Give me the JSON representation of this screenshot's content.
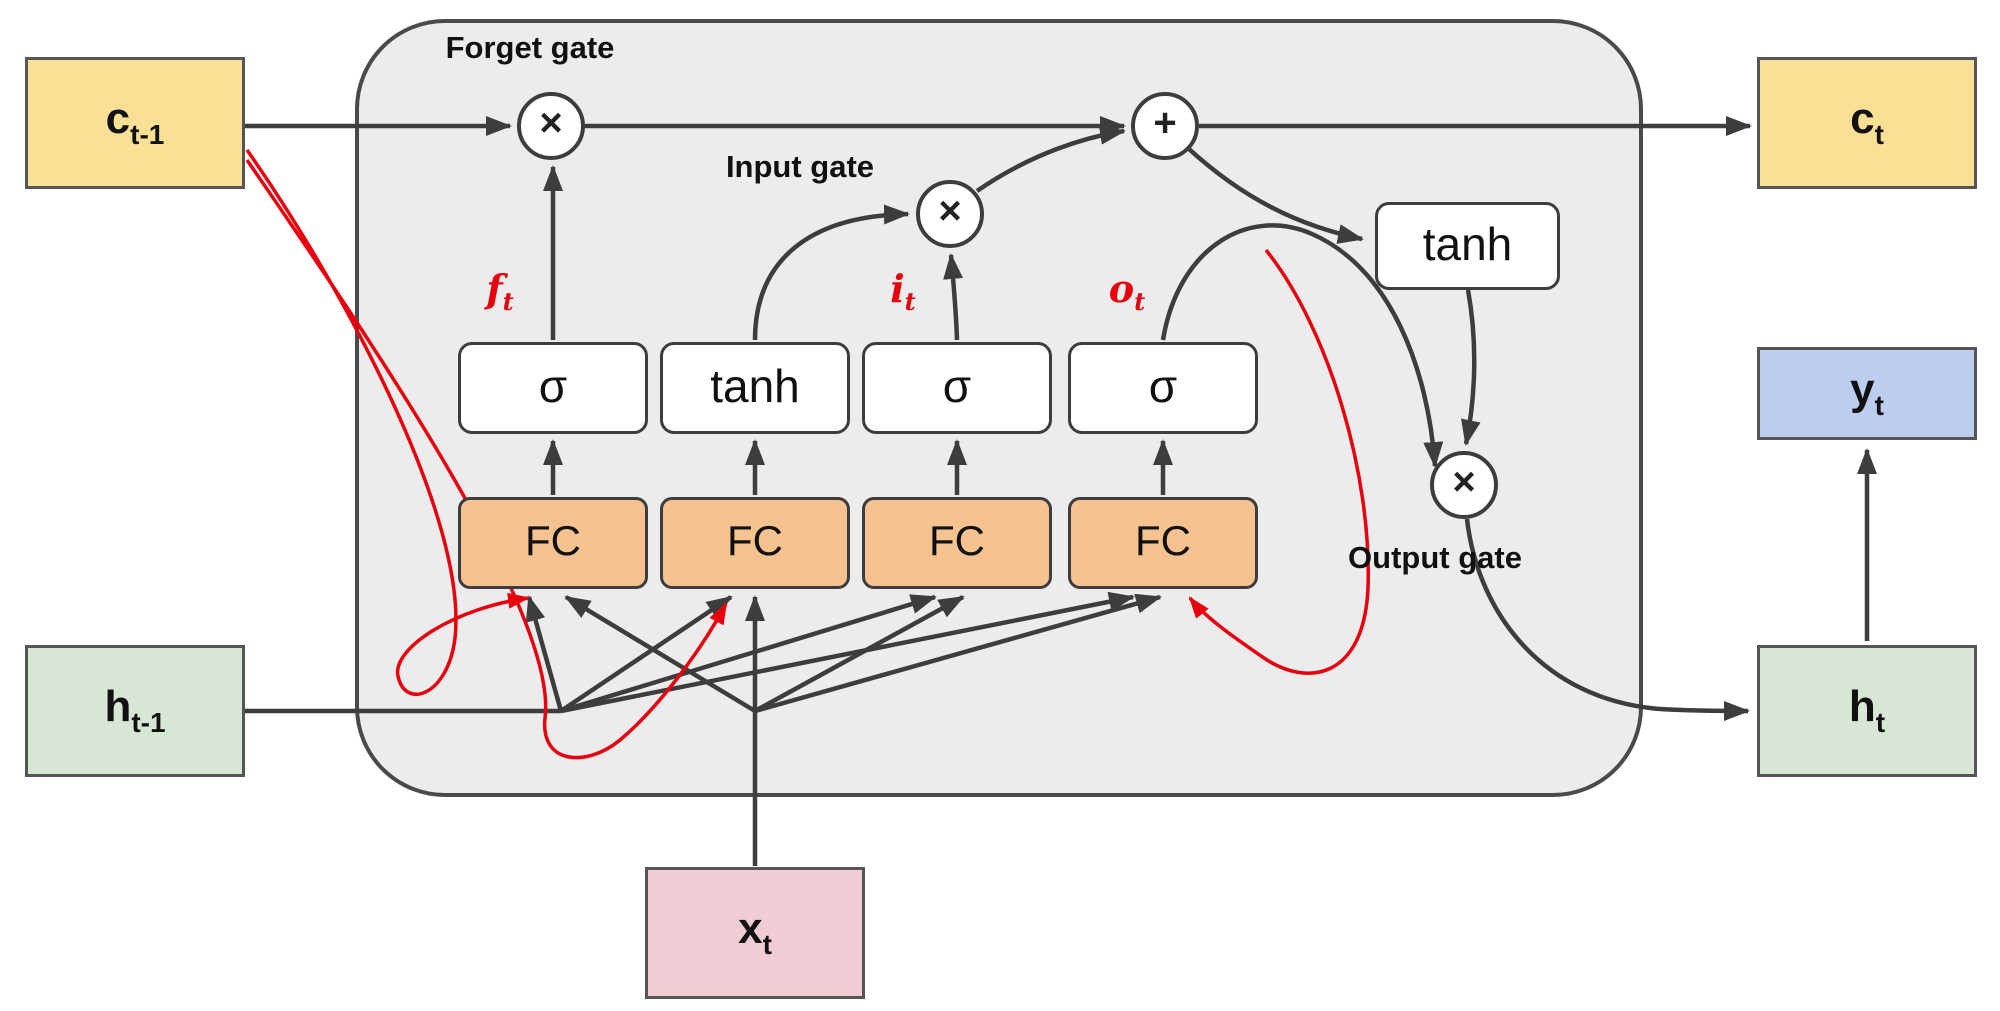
{
  "diagram": {
    "kind": "lstm-cell-architecture",
    "colors": {
      "cell_background": "#ececec",
      "cell_state_box": "#f9e095",
      "hidden_state_box": "#d6e8d4",
      "input_box": "#f2ccd3",
      "output_box": "#bccdf0",
      "fc_box": "#f6c28f",
      "activation_box": "#ffffff",
      "arrow": "#3d3d3d",
      "peephole_arrow": "#e8000d"
    },
    "nodes": {
      "c_prev": {
        "main": "c",
        "sub": "t-1"
      },
      "h_prev": {
        "main": "h",
        "sub": "t-1"
      },
      "x_t": {
        "main": "x",
        "sub": "t"
      },
      "c_t": {
        "main": "c",
        "sub": "t"
      },
      "y_t": {
        "main": "y",
        "sub": "t"
      },
      "h_t": {
        "main": "h",
        "sub": "t"
      }
    },
    "gates": {
      "forget_label": "Forget gate",
      "input_label": "Input gate",
      "output_label": "Output gate",
      "multiply_symbol": "×",
      "add_symbol": "+"
    },
    "units": {
      "sigma_forget": "σ",
      "tanh_candidate": "tanh",
      "sigma_input": "σ",
      "sigma_output": "σ",
      "tanh_output": "tanh",
      "fc1": "FC",
      "fc2": "FC",
      "fc3": "FC",
      "fc4": "FC"
    },
    "signals": {
      "forget": {
        "main": "f",
        "sub": "t"
      },
      "input": {
        "main": "i",
        "sub": "t"
      },
      "output": {
        "main": "o",
        "sub": "t"
      }
    }
  }
}
